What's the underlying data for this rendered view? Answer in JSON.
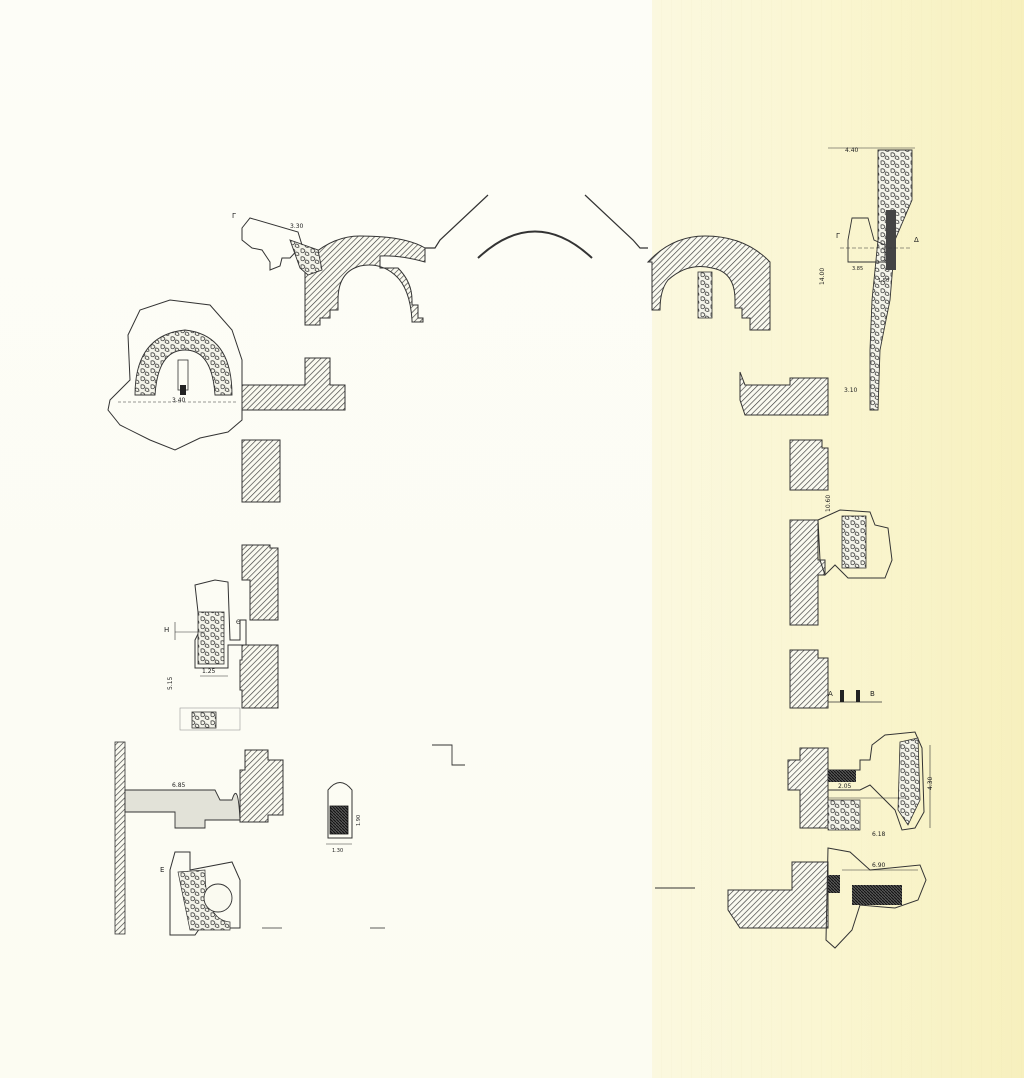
{
  "plan": {
    "colors": {
      "ink": "#2a2a2a",
      "hatch": "#4a4a4a",
      "paper": "#fcfcf2"
    },
    "dimensions": {
      "tower_nw": "3.30",
      "chapel_nw": "3.40",
      "niche_w": "1.25",
      "niche_h": "5.15",
      "right_top": "4.40",
      "right_mid": "3.85",
      "right_low": "1.50",
      "right_height": "14.00",
      "right_bottom": "3.10",
      "right_length": "10.60",
      "annex_w": "6.85",
      "door_w": "1.30",
      "door_h": "1.90",
      "sw_w": "2.05",
      "sw_h": "4.30",
      "sw_len": "6.18",
      "se_len": "6.90"
    },
    "section_marks": {
      "a": "A",
      "b": "B",
      "delta": "Δ",
      "gamma": "Γ",
      "h": "H",
      "theta": "Θ",
      "e": "E"
    }
  }
}
